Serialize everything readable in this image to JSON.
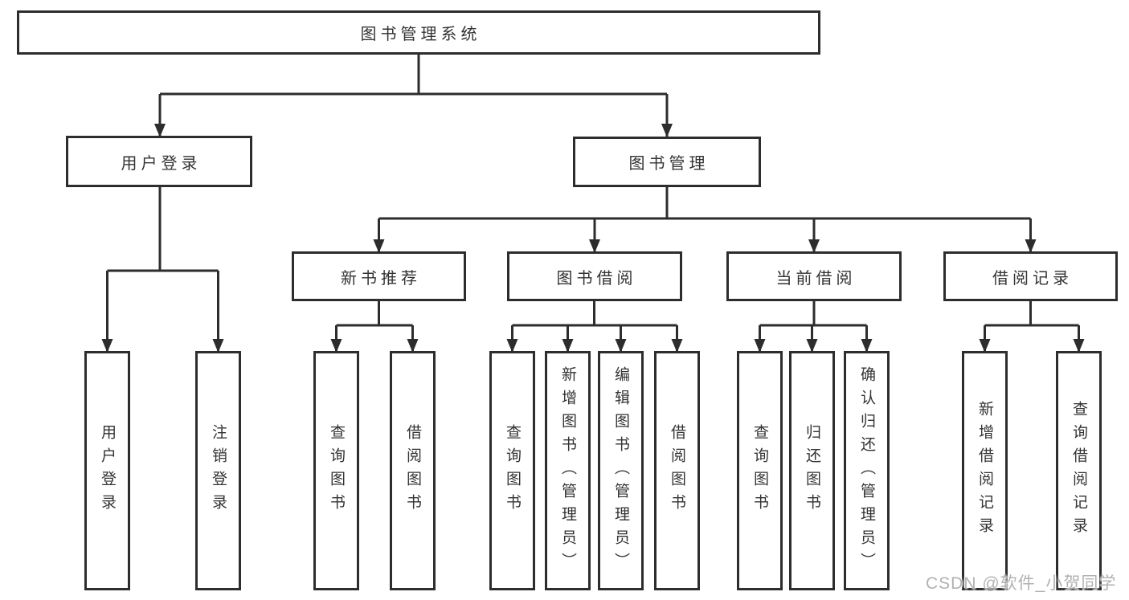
{
  "diagram": {
    "root": {
      "label": "图书管理系统"
    },
    "level2": [
      {
        "label": "用户登录"
      },
      {
        "label": "图书管理"
      }
    ],
    "level3": [
      {
        "label": "新书推荐"
      },
      {
        "label": "图书借阅"
      },
      {
        "label": "当前借阅"
      },
      {
        "label": "借阅记录"
      }
    ],
    "leaves": {
      "login": [
        "用户登录",
        "注销登录"
      ],
      "newbook": [
        "查询图书",
        "借阅图书"
      ],
      "borrow": [
        "查询图书",
        "新增图书（管理员）",
        "编辑图书（管理员）",
        "借阅图书"
      ],
      "current": [
        "查询图书",
        "归还图书",
        "确认归还（管理员）"
      ],
      "records": [
        "新增借阅记录",
        "查询借阅记录"
      ]
    }
  },
  "watermark": {
    "text": "CSDN @软件_小贺同学"
  },
  "colors": {
    "line": "#2d2d2d",
    "text": "#333333",
    "box_fill": "#ffffff",
    "watermark": "#b2b2b2",
    "background": "#ffffff"
  }
}
